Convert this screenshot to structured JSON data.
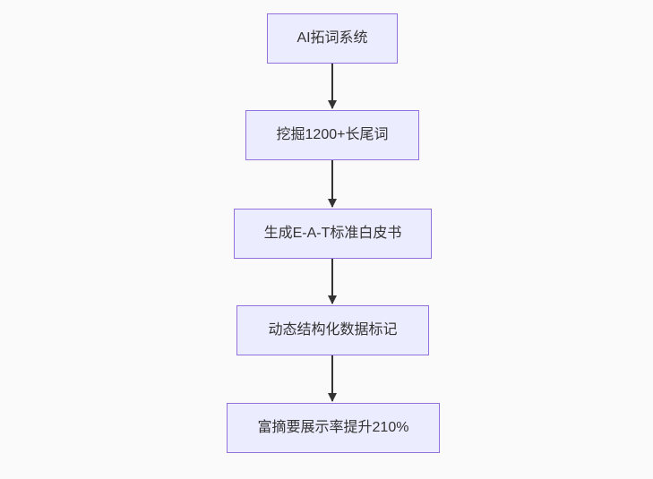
{
  "flowchart": {
    "type": "flowchart-vertical",
    "nodes": [
      {
        "label": "AI拓词系统"
      },
      {
        "label": "挖掘1200+长尾词"
      },
      {
        "label": "生成E-A-T标准白皮书"
      },
      {
        "label": "动态结构化数据标记"
      },
      {
        "label": "富摘要展示率提升210%"
      }
    ],
    "edges": [
      {
        "from": 0,
        "to": 1
      },
      {
        "from": 1,
        "to": 2
      },
      {
        "from": 2,
        "to": 3
      },
      {
        "from": 3,
        "to": 4
      }
    ],
    "colors": {
      "node_fill": "#ECECFF",
      "node_border": "#9370DB",
      "arrow": "#333333",
      "label_text": "#333333",
      "canvas_background": "#fafafa"
    }
  }
}
